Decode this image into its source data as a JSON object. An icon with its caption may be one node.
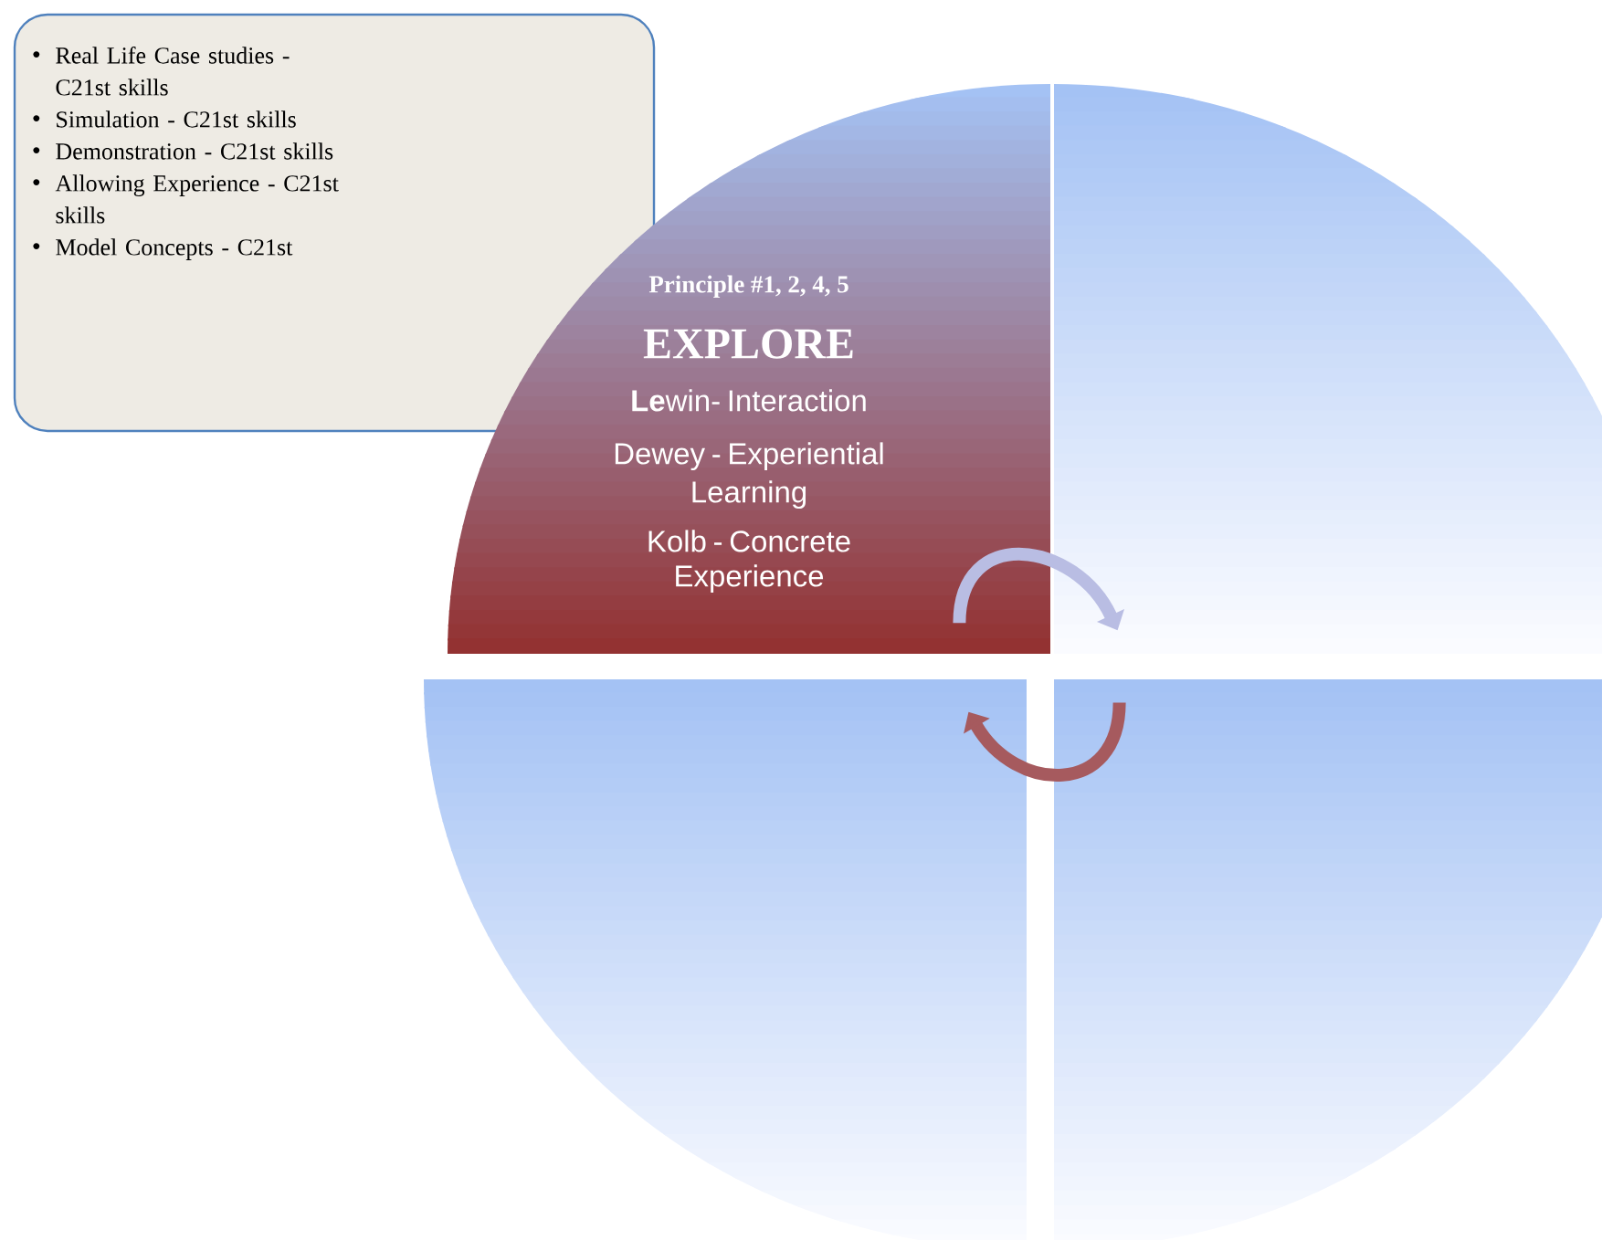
{
  "diagram": {
    "nodes": [
      {
        "text": [
          "Real Life Case studies  - C21st skills",
          "Simulation  - C21st skills",
          "Demonstration - C21st skills",
          "Allowing Experience - C21st skills",
          "Model Concepts - C21st"
        ]
      },
      {
        "text": [
          "Principle #1, 2, 4, 5",
          "EXPLORE",
          "**Le**win- Interaction",
          "Dewey - Experiential Learning",
          "Kolb - Concrete Experience"
        ]
      },
      {
        "text": [],
        "shape": "sector"
      },
      {
        "text": [],
        "shape": "sector"
      },
      {
        "text": [],
        "shape": "sector"
      }
    ],
    "edges": [
      {
        "from": 1,
        "to": 2,
        "arrow": "to",
        "color": "#b9bde3"
      },
      {
        "from": 4,
        "to": 3,
        "arrow": "to",
        "color": "#a65a5e"
      }
    ]
  }
}
